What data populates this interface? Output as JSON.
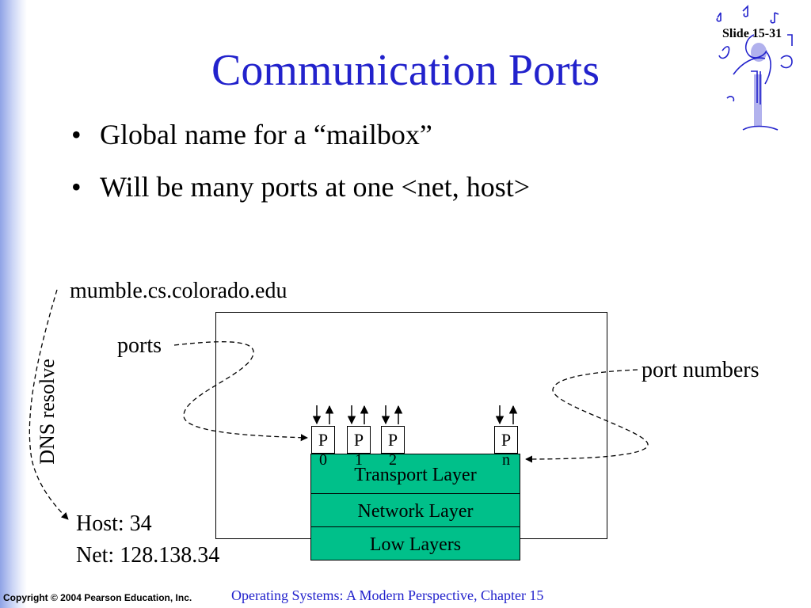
{
  "slide": {
    "number_label": "Slide 15-31",
    "title": "Communication Ports",
    "bullets": [
      "Global name for a “mailbox”",
      "Will be many ports at one <net, host>"
    ]
  },
  "diagram": {
    "hostname": "mumble.cs.colorado.edu",
    "ports_label": "ports",
    "port_numbers_label": "port numbers",
    "dns_label": "DNS resolve",
    "host_label": "Host: 34",
    "net_label": "Net: 128.138.34",
    "ports": [
      {
        "letter": "P",
        "sub": "0"
      },
      {
        "letter": "P",
        "sub": "1"
      },
      {
        "letter": "P",
        "sub": "2"
      },
      {
        "letter": "P",
        "sub": "n"
      }
    ],
    "layers": [
      "Transport Layer",
      "Network Layer",
      "Low Layers"
    ],
    "layer_color": "#00c08a"
  },
  "footer": {
    "copyright": "Copyright © 2004 Pearson Education, Inc.",
    "course": "Operating Systems: A Modern Perspective, Chapter 15"
  },
  "colors": {
    "title": "#2222cc",
    "sidebar": "#8fa3e6"
  },
  "icons": {
    "logo": "music-notes-figure-icon"
  }
}
